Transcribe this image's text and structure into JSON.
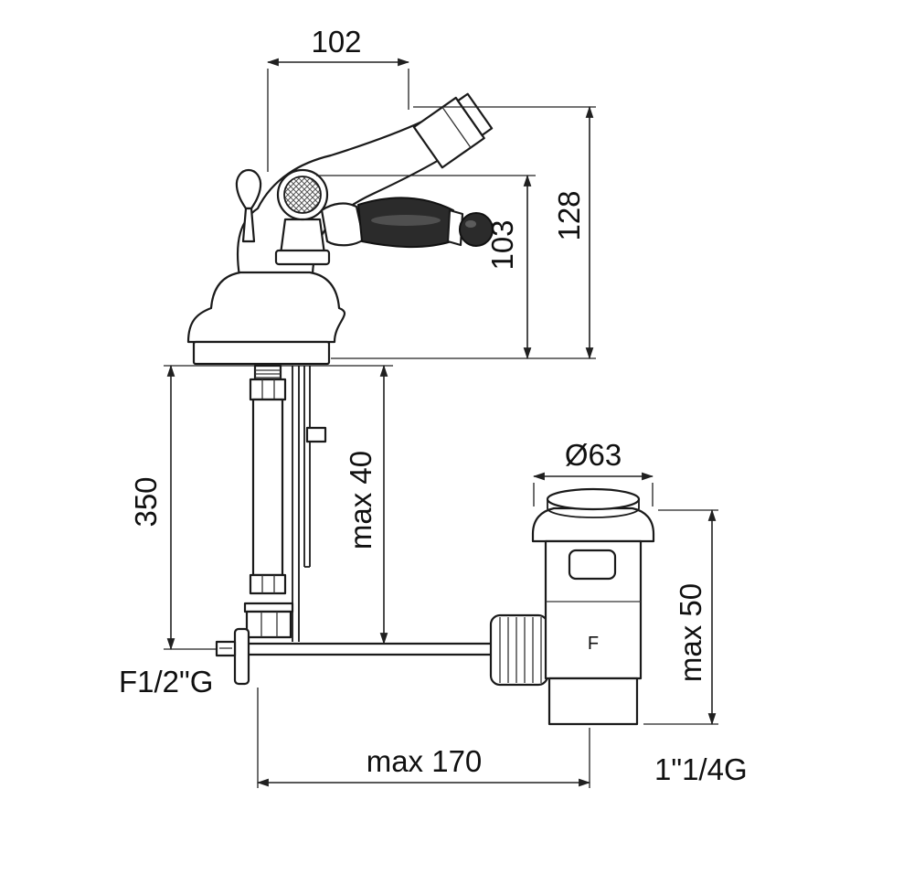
{
  "page": {
    "background": "#ffffff",
    "ink": "#1a1a1a"
  },
  "drawing": {
    "name": "bidet-mixer-technical-drawing",
    "dims": {
      "spout_reach": "102",
      "spout_height": "128",
      "handle_height": "103",
      "hose_length": "350",
      "max_deck": "max 40",
      "waste_diameter": "Ø63",
      "max_waste": "max 50",
      "inlet_thread": "F1/2\"G",
      "max_distance": "max 170",
      "waste_thread": "1\"1/4G"
    },
    "marks": {
      "waste_letter": "F"
    }
  }
}
